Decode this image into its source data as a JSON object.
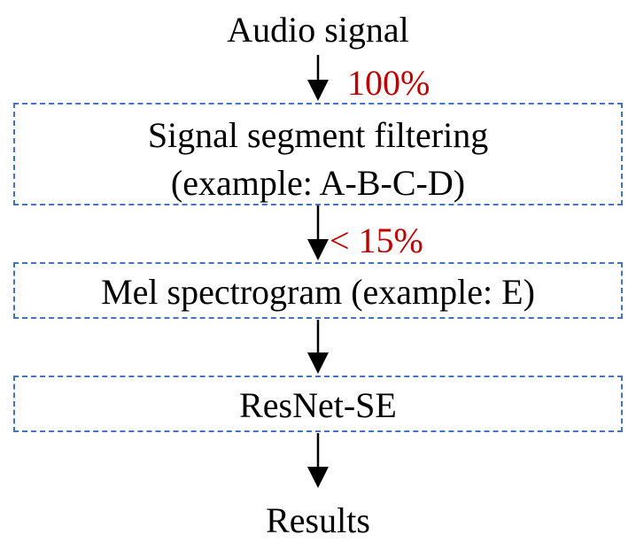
{
  "input_label": "Audio signal",
  "output_label": "Results",
  "steps": [
    {
      "lines": [
        "Signal segment filtering",
        "(example: A-B-C-D)"
      ]
    },
    {
      "lines": [
        "Mel spectrogram (example: E)"
      ]
    },
    {
      "lines": [
        "ResNet-SE"
      ]
    }
  ],
  "percentages": {
    "input_to_filtering": "100%",
    "filtering_to_mel": "< 15%"
  },
  "colors": {
    "box_border": "#4472c4",
    "percent_text": "#c00000",
    "text": "#000000"
  }
}
